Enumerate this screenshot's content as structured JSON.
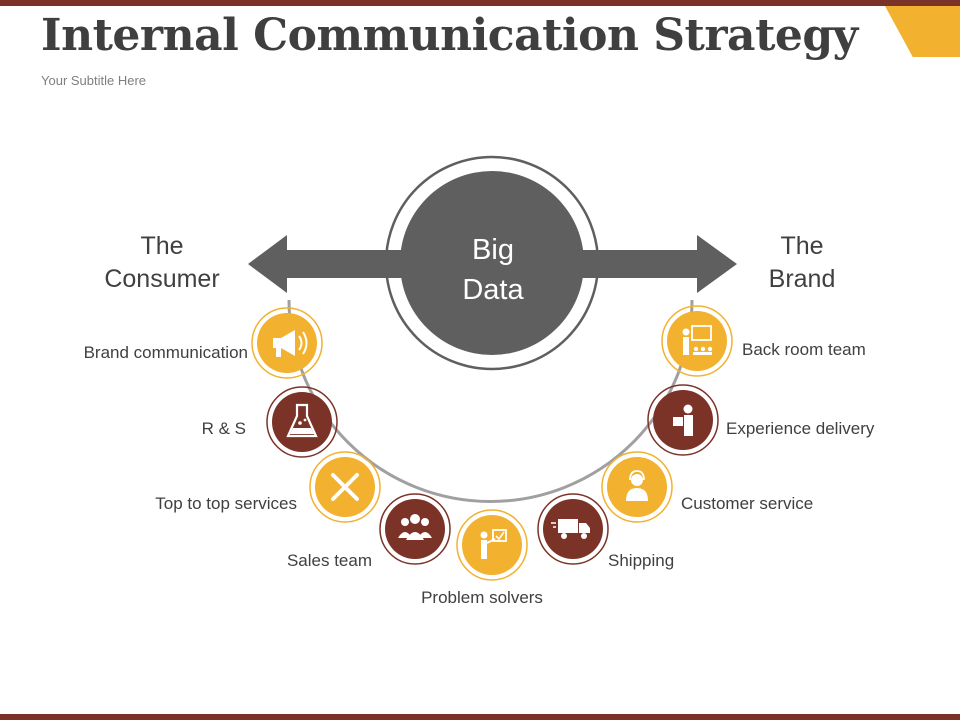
{
  "header": {
    "title": "Internal Communication Strategy",
    "subtitle": "Your Subtitle Here"
  },
  "center": {
    "line1": "Big",
    "line2": "Data"
  },
  "left_end": {
    "line1": "The",
    "line2": "Consumer"
  },
  "right_end": {
    "line1": "The",
    "line2": "Brand"
  },
  "nodes": [
    {
      "label": "Brand communication",
      "icon": "megaphone-icon"
    },
    {
      "label": "R & S",
      "icon": "flask-icon"
    },
    {
      "label": "Top to top services",
      "icon": "tools-icon"
    },
    {
      "label": "Sales team",
      "icon": "team-icon"
    },
    {
      "label": "Problem solvers",
      "icon": "presenter-icon"
    },
    {
      "label": "Shipping",
      "icon": "truck-icon"
    },
    {
      "label": "Customer service",
      "icon": "support-agent-icon"
    },
    {
      "label": "Experience delivery",
      "icon": "delivery-person-icon"
    },
    {
      "label": "Back room team",
      "icon": "meeting-board-icon"
    }
  ],
  "colors": {
    "yellow": "#f2b12e",
    "brown": "#7b3328",
    "gray": "#5f5f5f",
    "arc": "#a0a0a0"
  }
}
